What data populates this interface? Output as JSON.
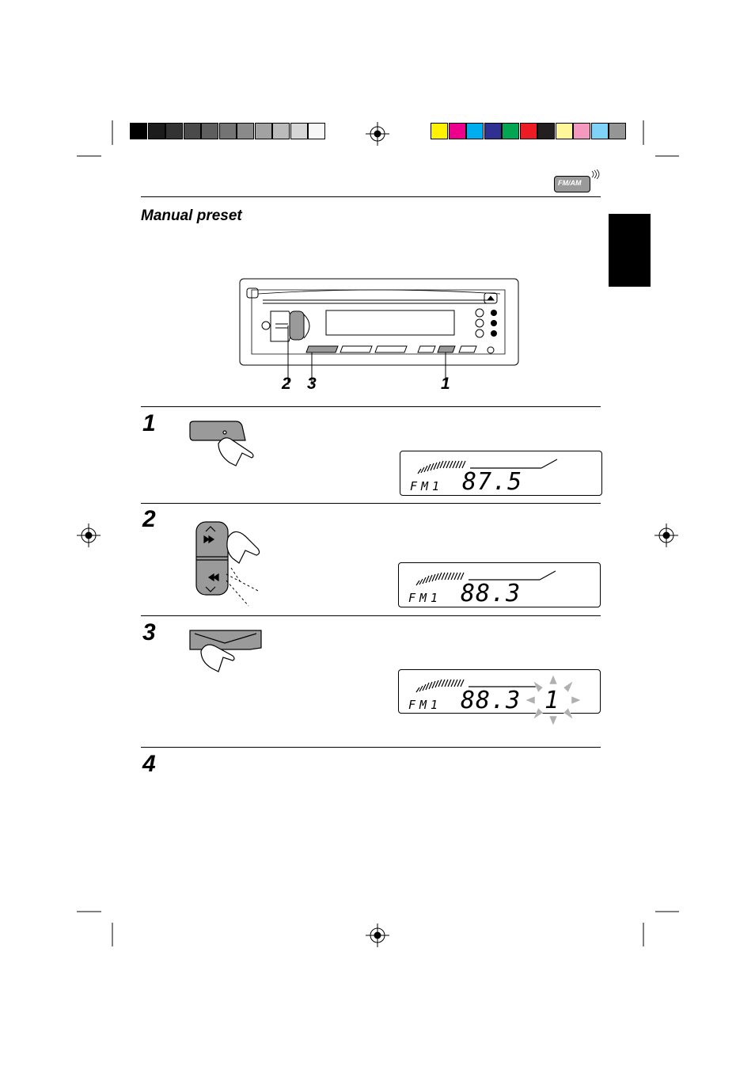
{
  "header": {
    "badge_label": "FM/AM",
    "title": "Manual preset"
  },
  "colors": {
    "gray_swatches": [
      "#000000",
      "#1c1c1c",
      "#333333",
      "#4a4a4a",
      "#5e5e5e",
      "#747474",
      "#8a8a8a",
      "#a2a2a2",
      "#bcbcbc",
      "#d6d6d6",
      "#f7f7f7"
    ],
    "color_swatches": [
      "#fff200",
      "#ec008c",
      "#00aeef",
      "#2e3192",
      "#00a651",
      "#ed1c24",
      "#231f20",
      "#fff799",
      "#f49ac1",
      "#7fd3f7",
      "#959595"
    ]
  },
  "callouts": [
    "2",
    "3",
    "1"
  ],
  "steps": [
    {
      "number": "1",
      "display": {
        "band": "FM1",
        "frequency": "87.5",
        "preset": ""
      }
    },
    {
      "number": "2",
      "display": {
        "band": "FM1",
        "frequency": "88.3",
        "preset": ""
      }
    },
    {
      "number": "3",
      "display": {
        "band": "FM1",
        "frequency": "88.3",
        "preset": "1"
      }
    },
    {
      "number": "4"
    }
  ]
}
